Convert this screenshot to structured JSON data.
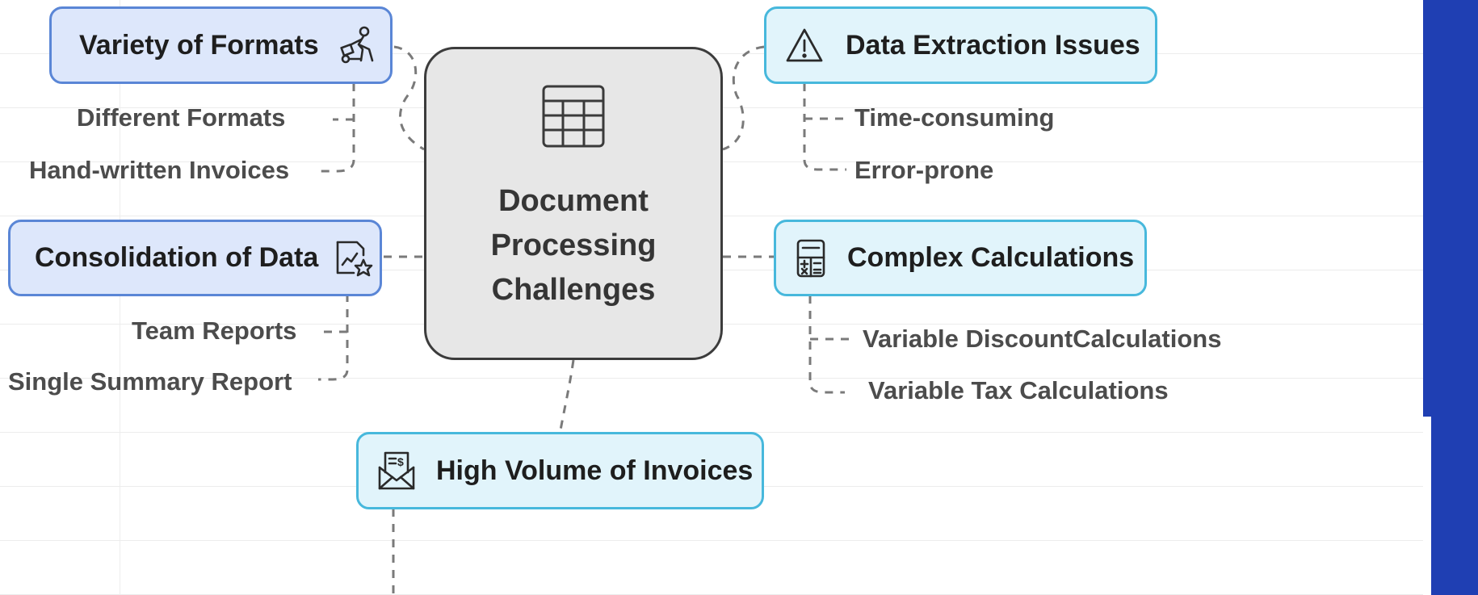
{
  "center": {
    "title": "Document Processing Challenges",
    "icon": "table-icon"
  },
  "nodes": {
    "variety": {
      "title": "Variety of Formats",
      "icon": "hand-truck-icon",
      "items": [
        "Different Formats",
        "Hand-written Invoices"
      ]
    },
    "consolidation": {
      "title": "Consolidation of Data",
      "icon": "chart-star-icon",
      "items": [
        "Team Reports",
        "Single Summary Report"
      ]
    },
    "extraction": {
      "title": "Data Extraction Issues",
      "icon": "warning-icon",
      "items": [
        "Time-consuming",
        "Error-prone"
      ]
    },
    "calculations": {
      "title": "Complex Calculations",
      "icon": "calculator-icon",
      "items": [
        "Variable DiscountCalculations",
        "Variable Tax Calculations"
      ]
    },
    "volume": {
      "title": "High Volume of Invoices",
      "icon": "invoice-envelope-icon",
      "items": []
    }
  },
  "colors": {
    "blue_fill": "#dde7fb",
    "blue_border": "#5a86d6",
    "cyan_fill": "#e1f4fb",
    "cyan_border": "#47b8dc",
    "center_fill": "#e7e7e7",
    "center_border": "#3c3c3c",
    "side_bar": "#1f3fb3"
  }
}
